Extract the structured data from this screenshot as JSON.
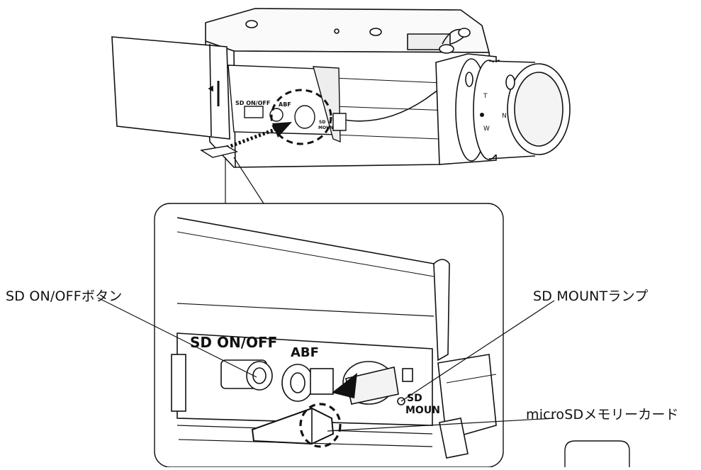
{
  "callouts": {
    "sd_button": "SD ON/OFFボタン",
    "sd_mount_lamp": "SD MOUNTランプ",
    "microsd_card": "microSDメモリーカード"
  },
  "camera_print": {
    "sd_onoff": "SD ON/OFF",
    "abf": "ABF",
    "sd": "SD",
    "mount": "MOUNT",
    "lens_t": "T",
    "lens_w": "W",
    "lens_n": "N"
  },
  "detail_print": {
    "sd_onoff": "SD ON/OFF",
    "abf": "ABF",
    "sd": "SD",
    "mount": "MOUN"
  },
  "colors": {
    "line": "#111111",
    "background": "#ffffff",
    "housing_shade": "#f2f2f2"
  }
}
